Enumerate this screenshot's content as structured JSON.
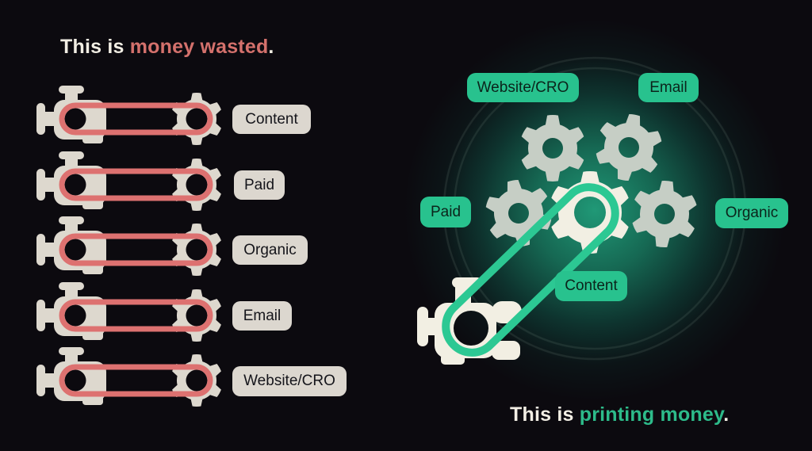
{
  "left_panel": {
    "title": {
      "prefix": "This is ",
      "highlight": "money wasted",
      "suffix": "."
    },
    "items": [
      {
        "label": "Content"
      },
      {
        "label": "Paid"
      },
      {
        "label": "Organic"
      },
      {
        "label": "Email"
      },
      {
        "label": "Website/CRO"
      }
    ]
  },
  "right_panel": {
    "caption": {
      "prefix": "This is ",
      "highlight": "printing money",
      "suffix": "."
    },
    "labels": [
      {
        "label": "Website/CRO"
      },
      {
        "label": "Email"
      },
      {
        "label": "Paid"
      },
      {
        "label": "Organic"
      },
      {
        "label": "Content"
      }
    ]
  },
  "colors": {
    "background": "#0c0a0f",
    "accent_red": "#dd7170",
    "accent_green": "#2cc893",
    "title_highlight": "#d4716c",
    "caption_highlight": "#2dbb8a",
    "cream_bright": "#f2efe3",
    "cream_muted": "#ddd8ce",
    "gear_gray": "#c6cec5",
    "pill_cream_bg": "#dcd7cf",
    "pill_green_bg": "#28c28e"
  }
}
